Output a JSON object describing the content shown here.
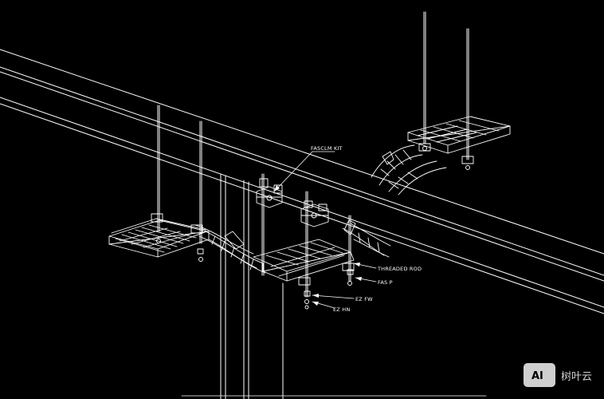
{
  "labels": {
    "fasclm_kit": "FASCLM KIT",
    "threaded_rod": "THREADED ROD",
    "fas_p": "FAS P",
    "ez_fw": "EZ FW",
    "ez_hn": "EZ HN"
  },
  "watermark": {
    "badge": "AI",
    "brand": "树叶云"
  },
  "colors": {
    "background": "#000000",
    "linework": "#ffffff"
  }
}
